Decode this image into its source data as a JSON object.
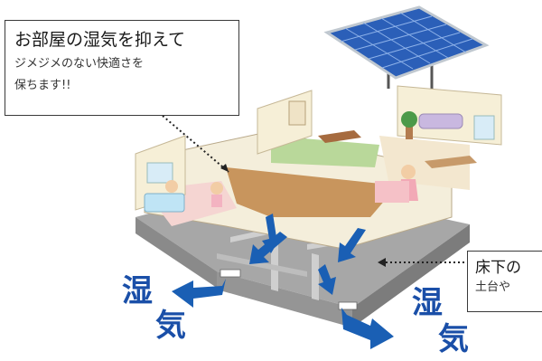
{
  "callout_top": {
    "heading": "お部屋の湿気を抑えて",
    "line1": "ジメジメのない快適さを",
    "line2": "保ちます!!"
  },
  "callout_right": {
    "heading": "床下の",
    "line1": "土台や"
  },
  "labels": {
    "left_char1": "湿",
    "left_char2": "気",
    "right_char1": "湿",
    "right_char2": "気"
  },
  "icons": [
    "solar-panel-icon",
    "bathtub-icon",
    "plant-icon",
    "sofa-icon",
    "table-icon",
    "airflow-arrow-icon"
  ],
  "colors": {
    "airflow_arrow": "#1a5fb4",
    "kanji_text": "#1a4fa8",
    "solar_panel": "#2b5fb8",
    "wood_floor": "#c8955d",
    "wall": "#f4eedb"
  }
}
